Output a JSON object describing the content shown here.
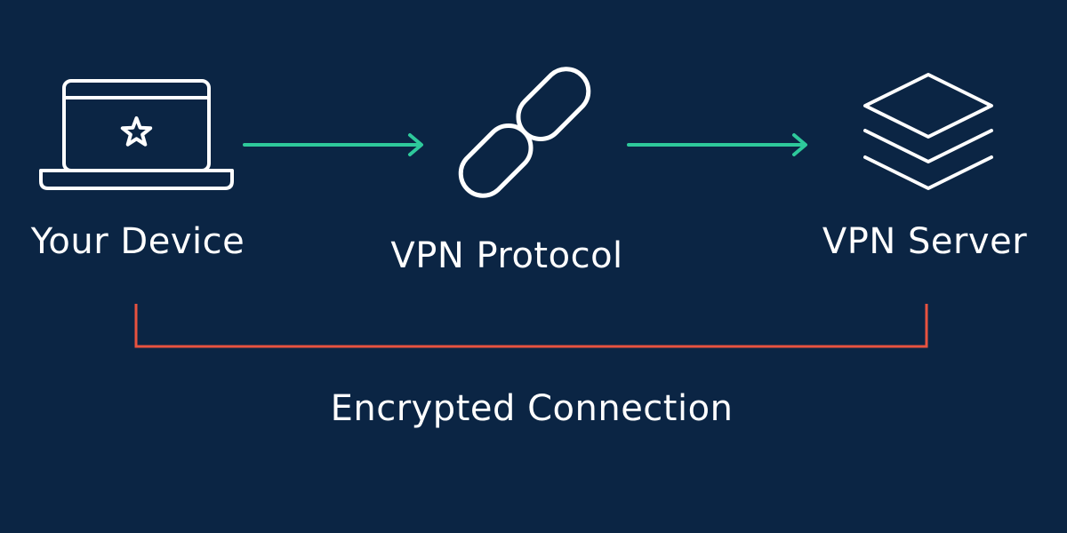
{
  "nodes": {
    "device": {
      "label": "Your Device",
      "icon": "laptop-star-icon"
    },
    "protocol": {
      "label": "VPN Protocol",
      "icon": "chain-link-icon"
    },
    "server": {
      "label": "VPN Server",
      "icon": "stacked-layers-icon"
    }
  },
  "connection": {
    "label": "Encrypted Connection"
  },
  "colors": {
    "background": "#0b2544",
    "icon_stroke": "#ffffff",
    "arrow": "#2ec99b",
    "bracket": "#e8523f"
  }
}
